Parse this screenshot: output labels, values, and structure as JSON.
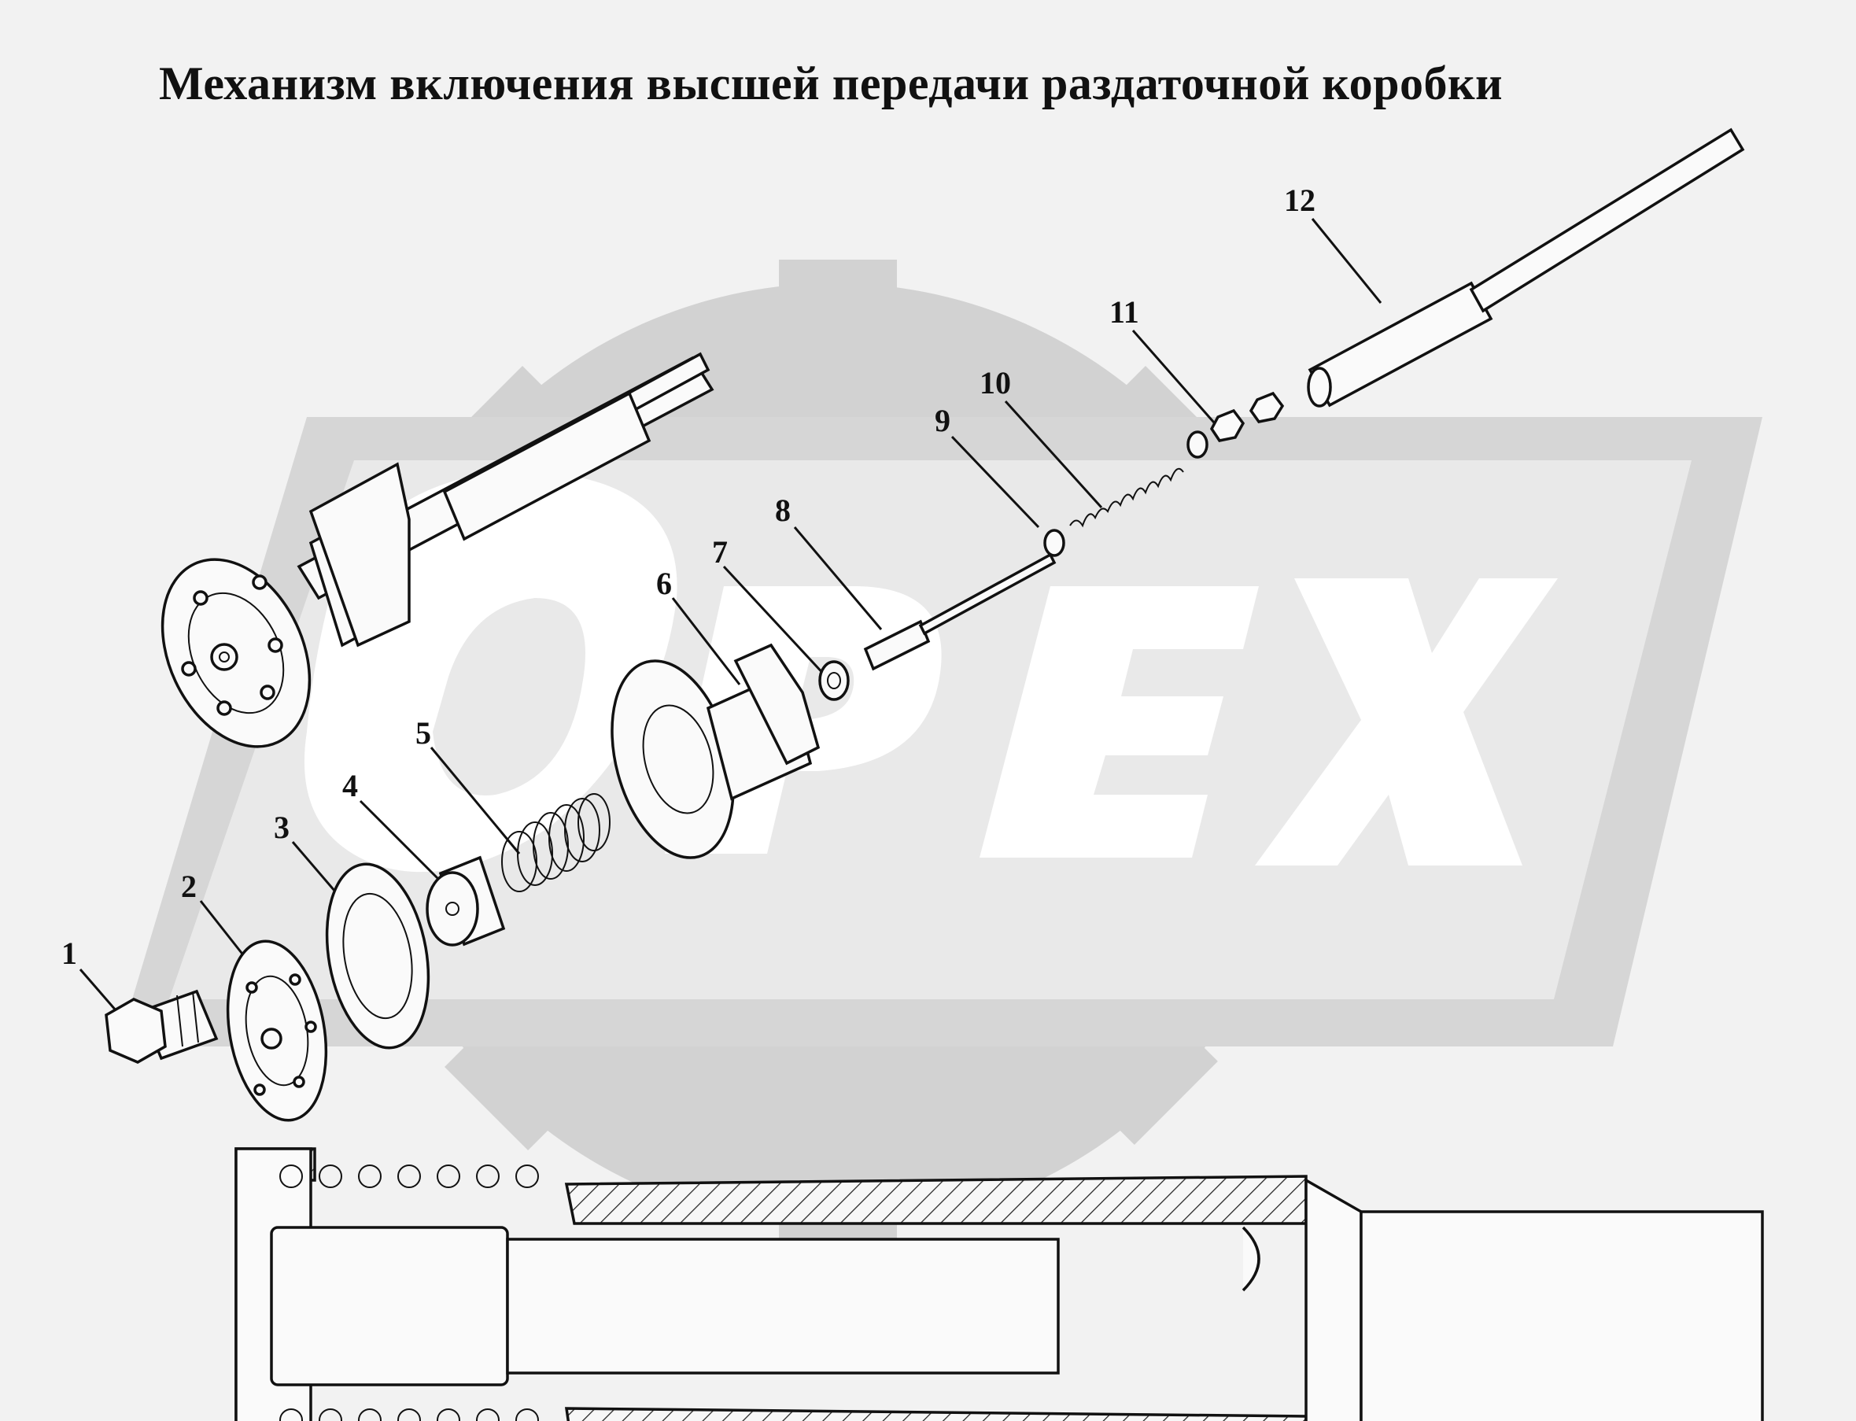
{
  "title": "Механизм включения высшей передачи раздаточной коробки",
  "watermark": {
    "text": "OPEX",
    "color": "#d2d2d2",
    "gear_color": "#d2d2d2"
  },
  "callouts": [
    {
      "id": "1",
      "label": "1"
    },
    {
      "id": "2",
      "label": "2"
    },
    {
      "id": "3",
      "label": "3"
    },
    {
      "id": "4",
      "label": "4"
    },
    {
      "id": "5",
      "label": "5"
    },
    {
      "id": "6",
      "label": "6"
    },
    {
      "id": "7",
      "label": "7"
    },
    {
      "id": "8",
      "label": "8"
    },
    {
      "id": "9",
      "label": "9"
    },
    {
      "id": "10",
      "label": "10"
    },
    {
      "id": "11",
      "label": "11"
    },
    {
      "id": "12",
      "label": "12"
    }
  ]
}
